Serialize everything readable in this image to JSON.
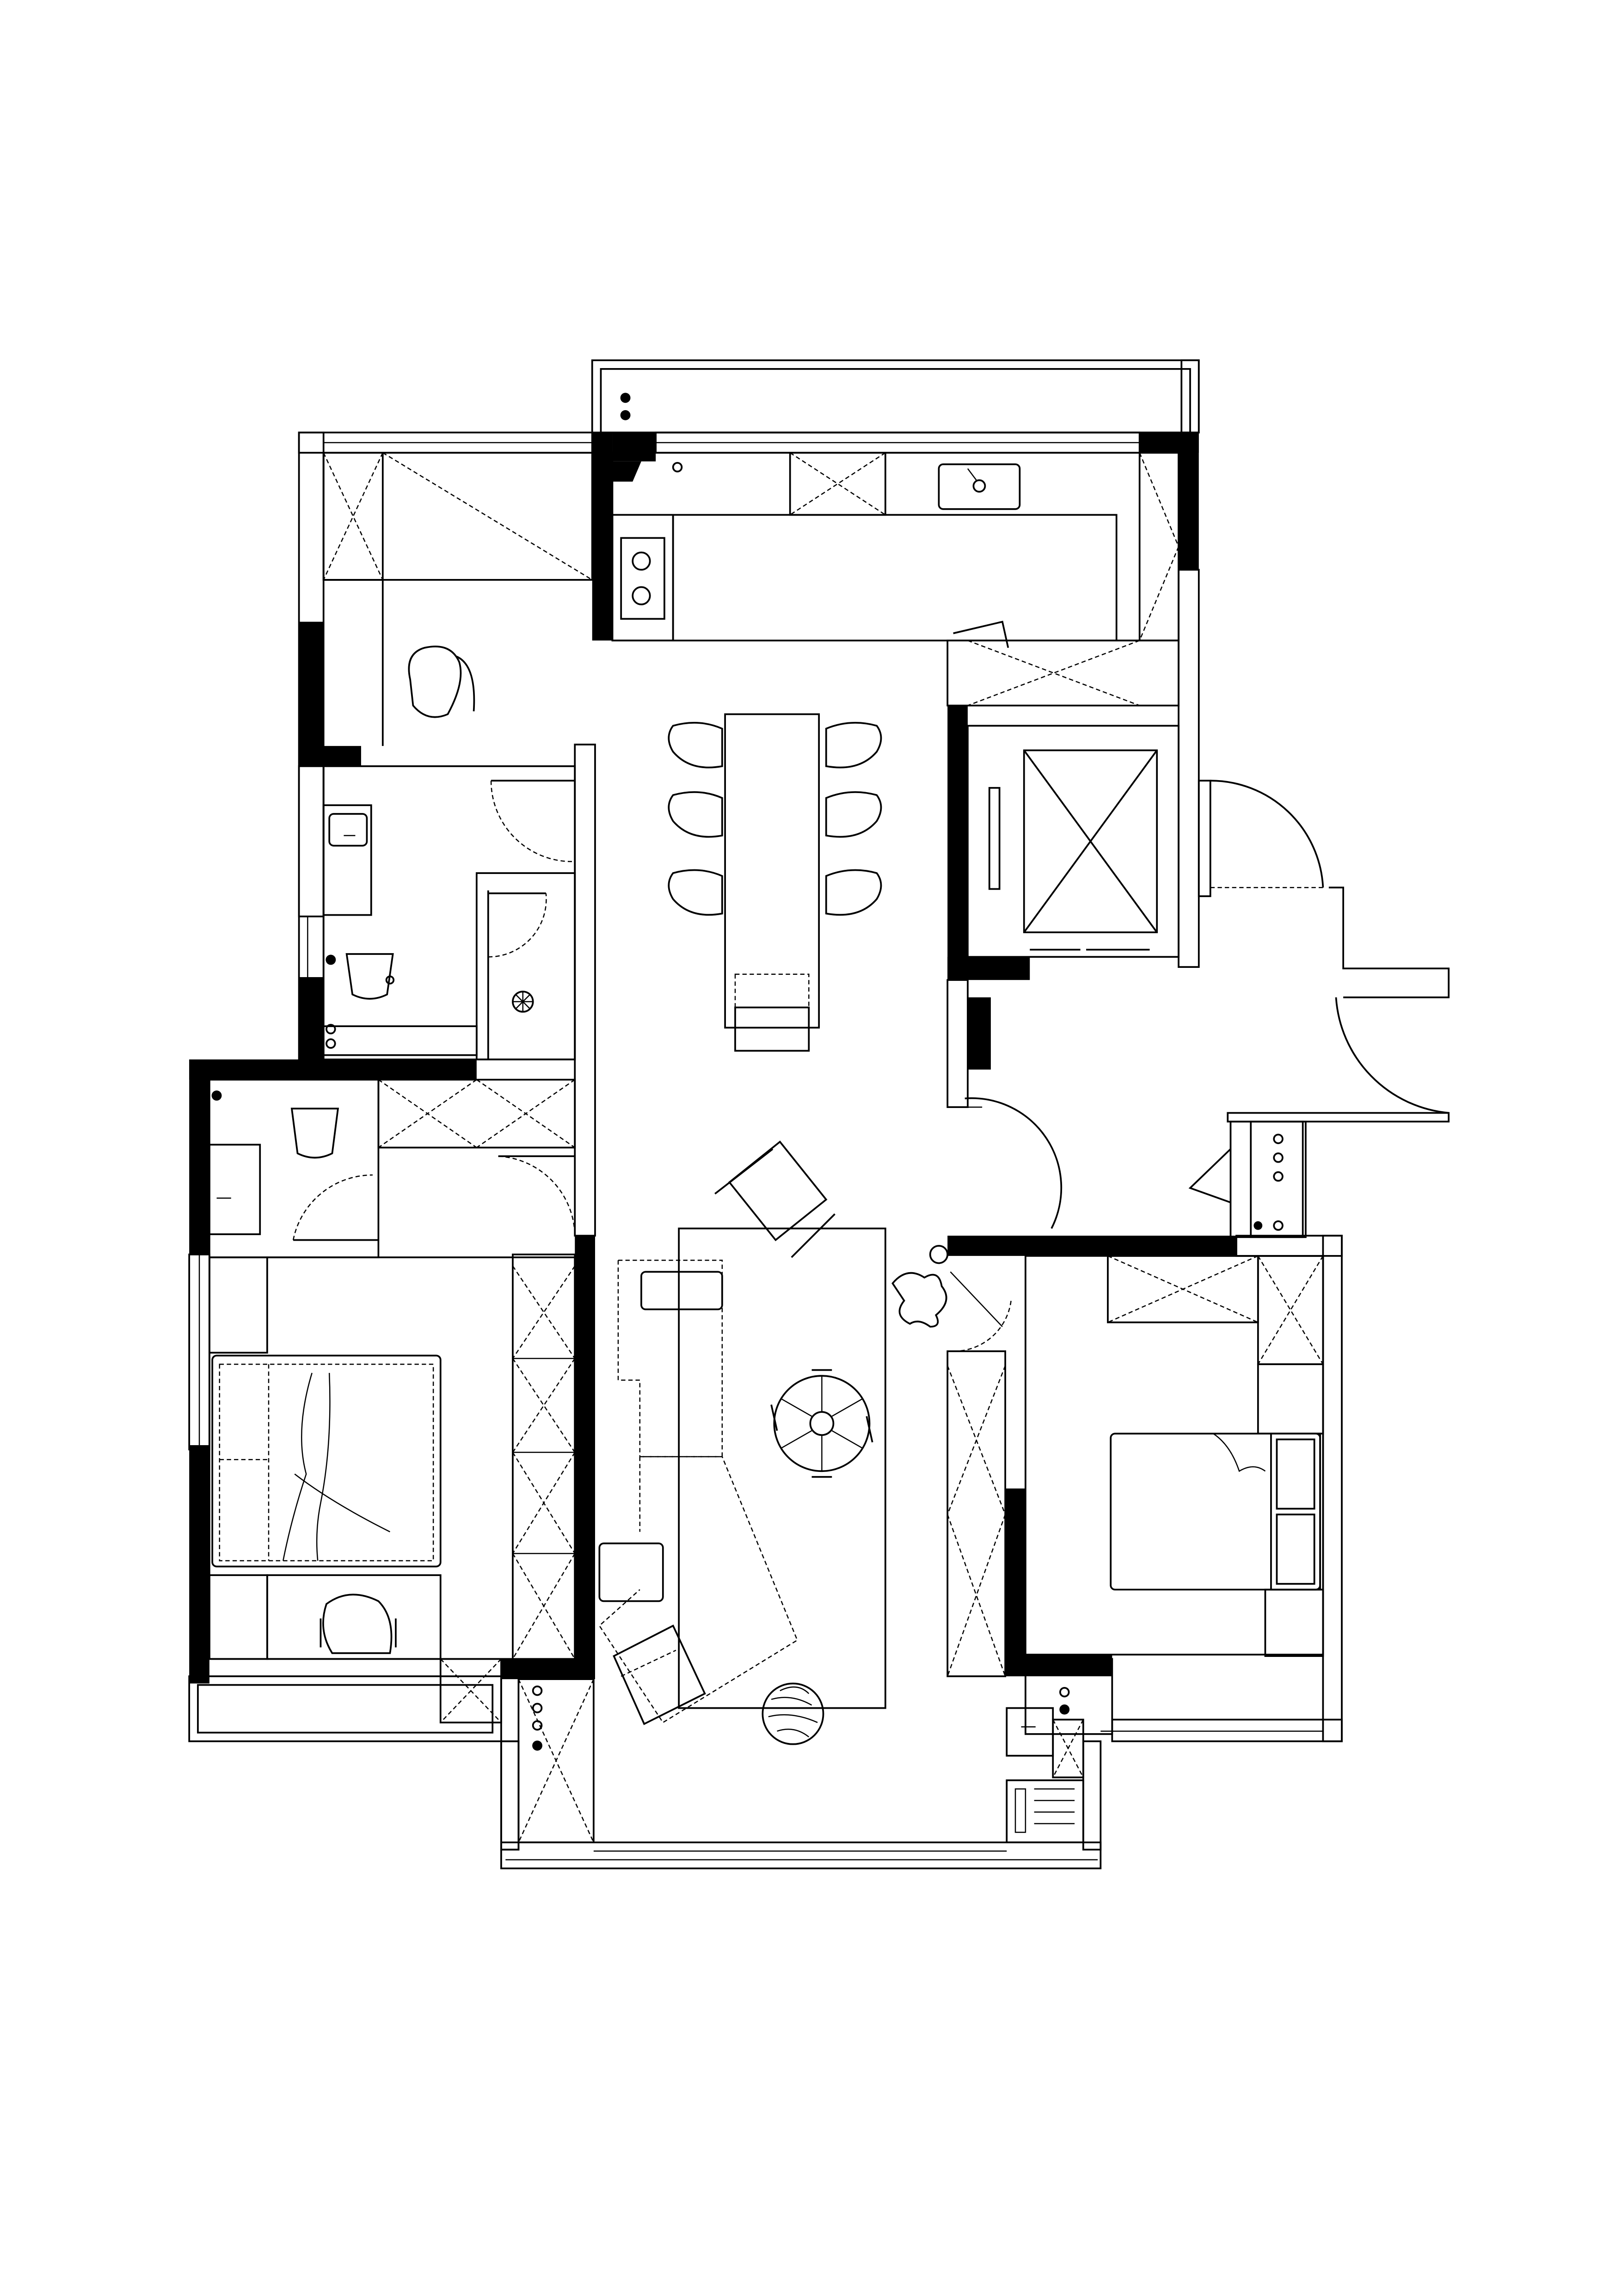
{
  "plan": {
    "type": "apartment floor plan",
    "colors": {
      "wall": "#000000",
      "background": "#ffffff",
      "line": "#000000"
    },
    "rooms": [
      "kitchen",
      "dining-area",
      "study-corner",
      "bathroom-1",
      "bathroom-2",
      "master-bedroom",
      "second-bedroom",
      "living-room",
      "entrance",
      "balcony-north",
      "balcony-south",
      "elevator-shaft"
    ]
  }
}
